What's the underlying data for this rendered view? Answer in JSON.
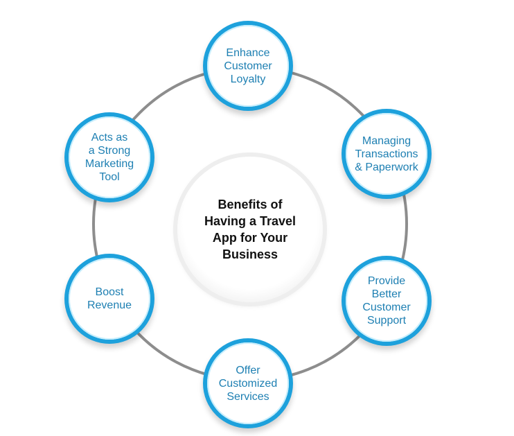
{
  "diagram": {
    "center": {
      "title": "Benefits of\nHaving a Travel\nApp for Your\nBusiness"
    },
    "nodes": [
      {
        "label": "Enhance\nCustomer\nLoyalty"
      },
      {
        "label": "Managing\nTransactions\n& Paperwork"
      },
      {
        "label": "Provide\nBetter\nCustomer\nSupport"
      },
      {
        "label": "Offer\nCustomized\nServices"
      },
      {
        "label": "Boost\nRevenue"
      },
      {
        "label": "Acts as\na Strong\nMarketing\nTool"
      }
    ],
    "colors": {
      "accent": "#1da1dc",
      "text": "#1d7fb2",
      "ring": "#8d8d8d",
      "center_text": "#111111"
    }
  }
}
